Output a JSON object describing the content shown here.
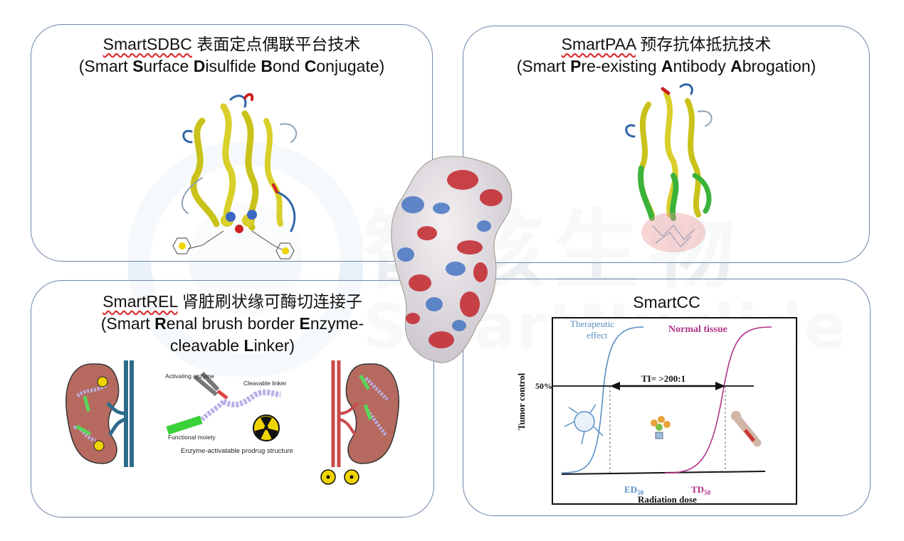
{
  "watermark": {
    "cn": "智核生物",
    "en": "SmartNuclide"
  },
  "panels": {
    "sdbc": {
      "title_cn_prefix": "SmartSDBC",
      "title_cn": "表面定点偶联平台技术",
      "subtitle_open": "(Smart ",
      "s1": "S",
      "w1": "urface ",
      "s2": "D",
      "w2": "isulfide ",
      "s3": "B",
      "w3": "ond ",
      "s4": "C",
      "w4": "onjugate)"
    },
    "paa": {
      "title_cn_prefix": "SmartPAA",
      "title_cn": "预存抗体抵抗技术",
      "subtitle_open": "(Smart ",
      "s1": "P",
      "w1": "re-existing ",
      "s2": "A",
      "w2": "ntibody ",
      "s3": "A",
      "w3": "brogation)"
    },
    "rel": {
      "title_cn_prefix": "SmartREL",
      "title_cn": "肾脏刷状缘可酶切连接子",
      "line2_open": "(Smart ",
      "s1": "R",
      "w1": "enal brush border ",
      "s2": "E",
      "w2": "nzyme-",
      "line3_a": "cleavable ",
      "s3": "L",
      "w3": "inker)",
      "label_activating": "Activating enzyme",
      "label_cleavable": "Cleavable linker",
      "label_functional": "Functional moiety",
      "label_structure": "Enzyme-activatable prodrug structure"
    },
    "cc": {
      "title": "SmartCC",
      "label_therapeutic_1": "Therapeutic",
      "label_therapeutic_2": "effect",
      "label_normal": "Normal tissue",
      "label_ti": "TI= >200:1",
      "label_50": "50%",
      "ylabel": "Tumor control",
      "xlabel": "Radiation dose",
      "ed": "ED",
      "ed_sub": "50",
      "td": "TD",
      "td_sub": "50"
    }
  },
  "colors": {
    "panel_border": "#6d86a8",
    "therapeutic": "#5a8fc4",
    "normal_tissue": "#b0338a",
    "kidney": "#b66a5f",
    "radiation": "#f0d400"
  }
}
